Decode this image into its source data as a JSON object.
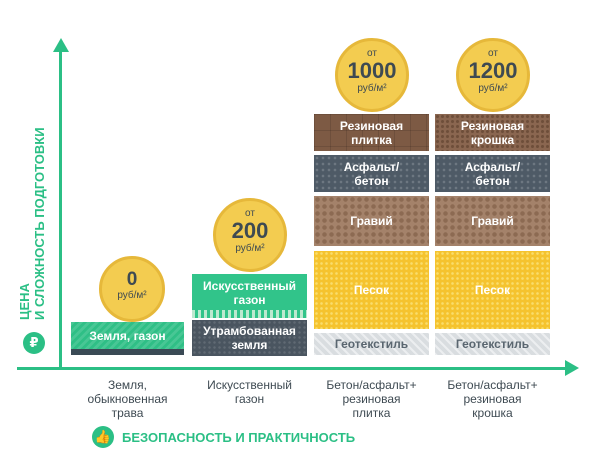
{
  "axes": {
    "y_title_line1": "ЦЕНА",
    "y_title_line2": "И СЛОЖНОСТЬ ПОДГОТОВКИ",
    "x_title": "БЕЗОПАСНОСТЬ И ПРАКТИЧНОСТЬ",
    "colors": {
      "accent": "#2bbf85"
    }
  },
  "columns": [
    {
      "xlabel": "Земля,\nобыкновенная\nтрава",
      "price": {
        "prefix": "",
        "value": "0",
        "unit": "руб/м²"
      },
      "layers": [
        "Земля, газон"
      ]
    },
    {
      "xlabel": "Искусственный\nгазон",
      "price": {
        "prefix": "от",
        "value": "200",
        "unit": "руб/м²"
      },
      "layers": [
        "Искусственный газон",
        "Утрамбованная земля"
      ]
    },
    {
      "xlabel": "Бетон/асфальт+\nрезиновая\nплитка",
      "price": {
        "prefix": "от",
        "value": "1000",
        "unit": "руб/м²"
      },
      "layers": [
        "Резиновая плитка",
        "Асфальт/ бетон",
        "Гравий",
        "Песок",
        "Геотекстиль"
      ]
    },
    {
      "xlabel": "Бетон/асфальт+\nрезиновая\nкрошка",
      "price": {
        "prefix": "от",
        "value": "1200",
        "unit": "руб/м²"
      },
      "layers": [
        "Резиновая крошка",
        "Асфальт/ бетон",
        "Гравий",
        "Песок",
        "Геотекстиль"
      ]
    }
  ],
  "icons": {
    "y_axis": "ruble-icon",
    "x_axis": "thumbs-up-icon"
  }
}
